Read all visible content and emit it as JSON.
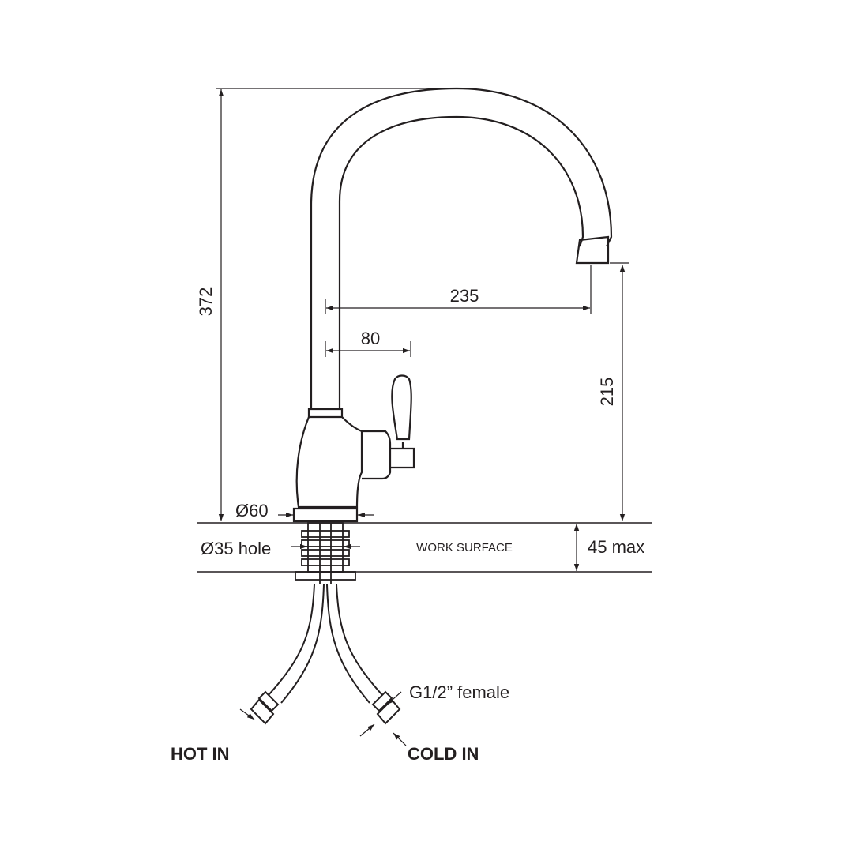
{
  "labels": {
    "height_total": "372",
    "spout_reach": "235",
    "handle_offset": "80",
    "spout_height": "215",
    "base_diameter": "Ø60",
    "hole_diameter": "Ø35 hole",
    "work_surface": "WORK SURFACE",
    "surface_thickness": "45 max",
    "connector": "G1/2” female",
    "hot_in": "HOT IN",
    "cold_in": "COLD IN"
  },
  "colors": {
    "line": "#231f20",
    "background": "#ffffff"
  }
}
